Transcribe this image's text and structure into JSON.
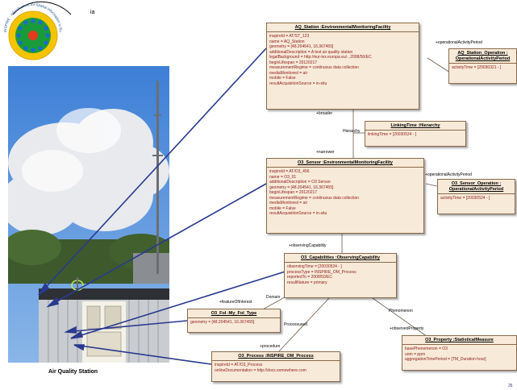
{
  "page": {
    "corner_label": "ia",
    "footer_mark": "26"
  },
  "logo": {
    "arc_text": "INSPIRE · Infrastructure for Spatial Information in Europe",
    "colors": {
      "outer": "#f5c400",
      "inner": "#1a9b3a",
      "stars": "#1a6ad0",
      "center": "#e53920"
    }
  },
  "photo": {
    "caption": "Air Quality Station"
  },
  "boxes": {
    "aq_station": {
      "title": "AQ_Station :EnvironmentalMonitoringFacility",
      "attrs": [
        "inspireId = AT/ST_123",
        "name = AQ_Station",
        "geometry = [48.204541, 16.367455]",
        "additionalDescription = A test air quality station",
        "legalBackground = http://eur-lex.europa.eu/...2008/50/EC",
        "beginLifespan = 20120217",
        "measurementRegime = continuous data collection",
        "mediaMonitored = air",
        "mobile = False",
        "resultAcquisitionSource = in-situ"
      ]
    },
    "aq_station_operation": {
      "title_line1": "AQ_Station_Operation :",
      "title_line2": "OperationalActivityPeriod",
      "attrs": [
        "activityTime = [20030321 - ]"
      ]
    },
    "linking_time": {
      "title": "LinkingTime :Hierarchy",
      "attrs": [
        "linkingTime = [20030524 - ]"
      ]
    },
    "o3_sensor": {
      "title": "O3_Sensor :EnvironmentalMonitoringFacility",
      "attrs": [
        "inspireId = AT/O3_456",
        "name = O3_01",
        "additionalDescription = O3 Sensor",
        "geometry = [48.204541, 16.367455]",
        "beginLifespan = 20120217",
        "measurementRegime = continuous data collection",
        "mediaMonitored = air",
        "mobile = False",
        "resultAcquisitionSource = in-situ"
      ]
    },
    "o3_sensor_operation": {
      "title_line1": "O3_Sensor_Operation :",
      "title_line2": "OperationalActivityPeriod",
      "attrs": [
        "activityTime = [20030524 - ]"
      ]
    },
    "o3_capabilities": {
      "title": "O3_Capabilities :ObservingCapability",
      "attrs": [
        "observingTime = [20030524 - ]",
        "processType = INSPIRE_OM_Process",
        "reportedTo = 2008/50/EC",
        "resultNature = primary"
      ]
    },
    "o3_foi": {
      "title": "O3_FoI :My_FoI_Type",
      "attrs": [
        "geometry = [48.204541, 16.367455]"
      ]
    },
    "o3_process": {
      "title": "O3_Process :INSPIRE_OM_Process",
      "attrs": [
        "inspireId = AT/O3_Process",
        "onlineDocumentation = http://docs.somewhere.com"
      ]
    },
    "o3_property": {
      "title": "O3_Property :StatisticalMeasure",
      "attrs": [
        "basePhenomenon = O3",
        "uom = ppm",
        "aggregationTimePeriod = [TM_Duration hour]"
      ]
    }
  },
  "roles": {
    "operational_activity_period_1": "+operationalActivityPeriod",
    "broader": "+broader",
    "hierarchy": "Hierarchy",
    "narrower": "+narrower",
    "operational_activity_period_2": "+operationalActivityPeriod",
    "observing_capability": "+observingCapability",
    "feature_of_interest": "+featureOfInterest",
    "domain": "Domain",
    "processused": "Processused",
    "phenomenon": "Phenomenon",
    "observed_property": "+observedProperty",
    "procedure": "+procedure"
  }
}
